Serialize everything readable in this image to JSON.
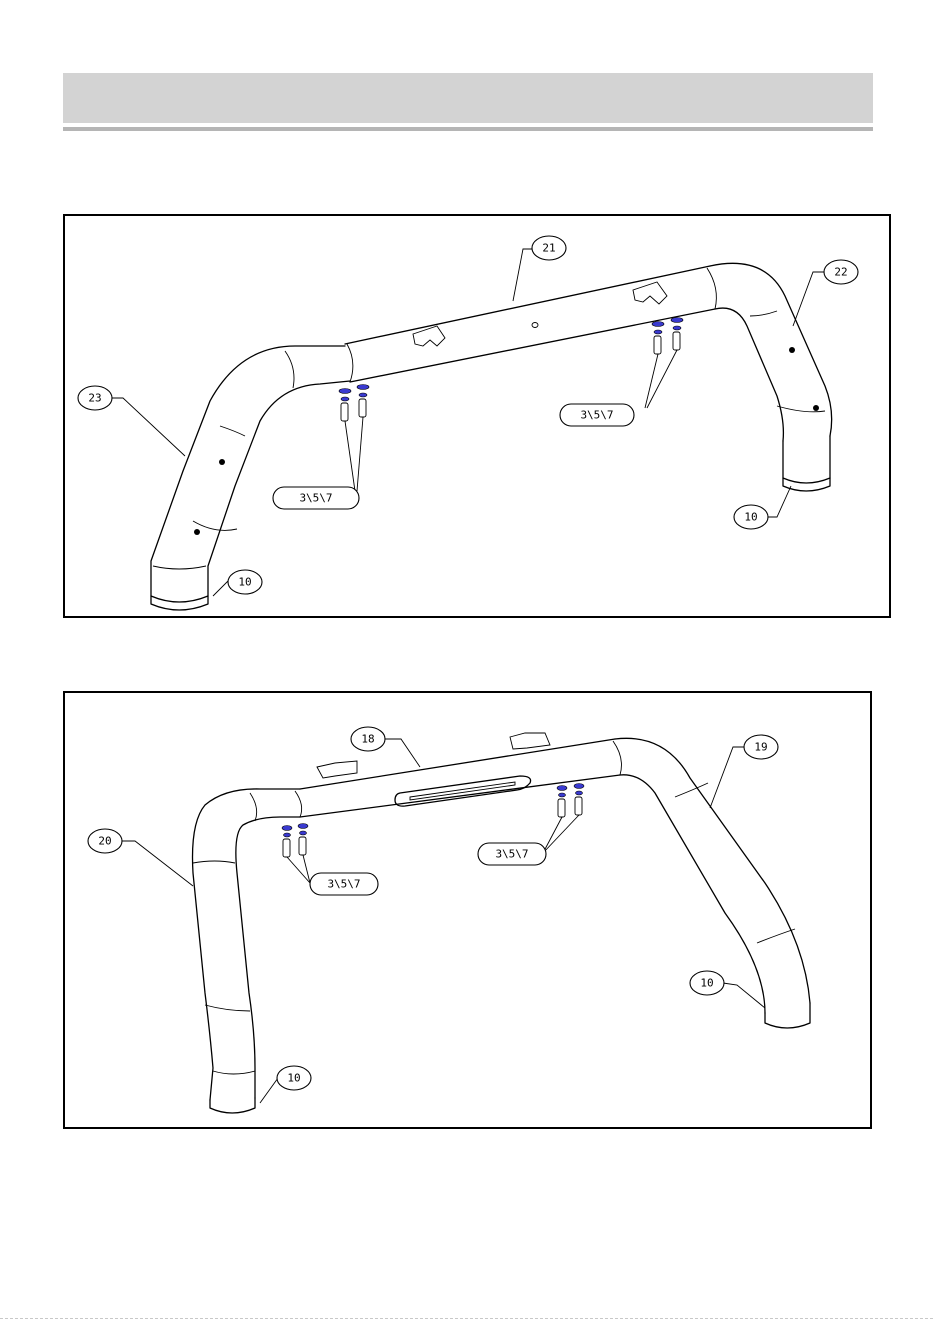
{
  "diagram_top": {
    "labels": {
      "crossbar": "21",
      "right_leg": "22",
      "left_leg": "23",
      "left_cap": "10",
      "right_cap": "10",
      "left_fasteners": "3\\5\\7",
      "right_fasteners": "3\\5\\7"
    }
  },
  "diagram_bottom": {
    "labels": {
      "crossbar": "18",
      "right_leg": "19",
      "left_leg": "20",
      "left_cap": "10",
      "right_cap": "10",
      "left_fasteners": "3\\5\\7",
      "right_fasteners": "3\\5\\7"
    }
  }
}
